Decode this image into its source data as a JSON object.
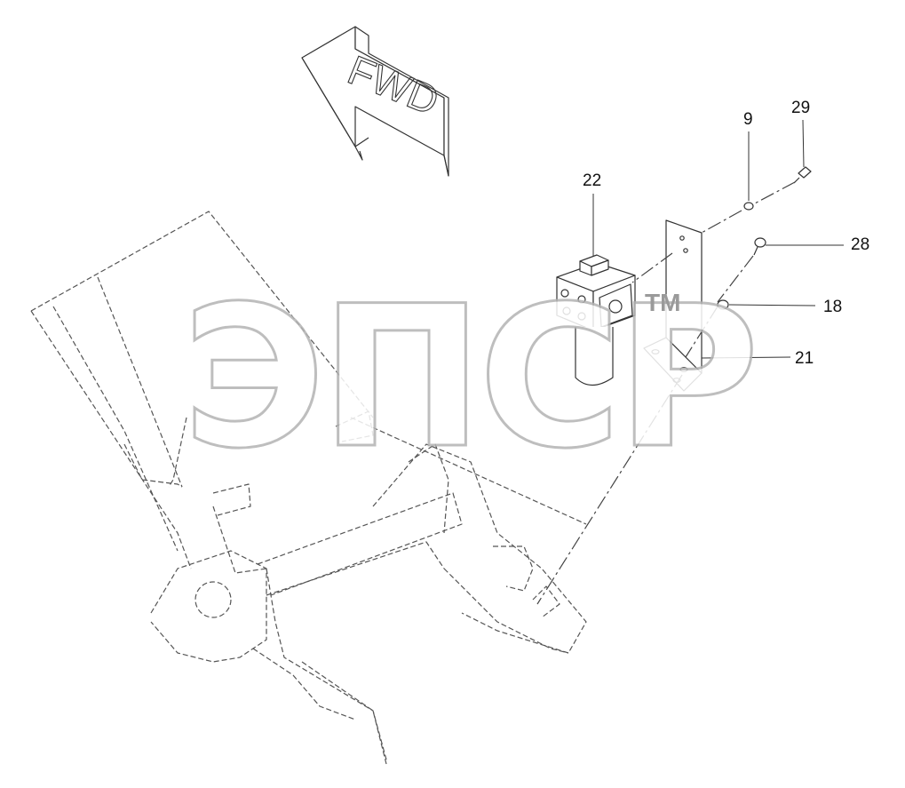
{
  "direction_arrow": {
    "label": "FWD"
  },
  "callouts": [
    {
      "id": "c22",
      "label": "22"
    },
    {
      "id": "c9",
      "label": "9"
    },
    {
      "id": "c29",
      "label": "29"
    },
    {
      "id": "c28",
      "label": "28"
    },
    {
      "id": "c18",
      "label": "18"
    },
    {
      "id": "c21",
      "label": "21"
    }
  ],
  "watermark": {
    "text": "ЭПСР",
    "trademark": "TM"
  },
  "colors": {
    "line": "#333333",
    "watermark_stroke": "#b3b3b3",
    "background": "#ffffff"
  }
}
